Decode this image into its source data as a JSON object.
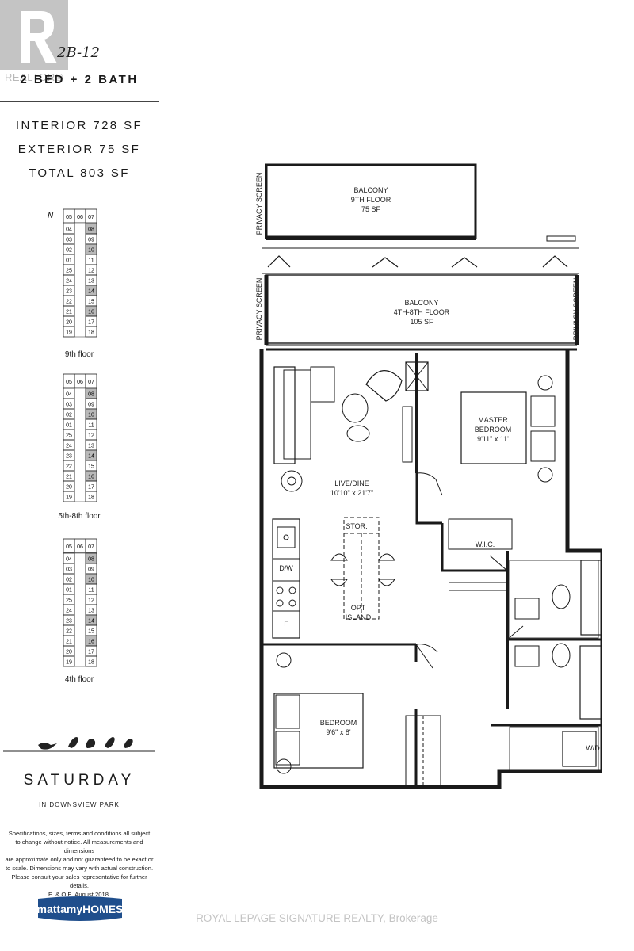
{
  "header": {
    "unit_code": "2B-12",
    "unit_type": "2 BED + 2 BATH",
    "realtor_text": "REALTOR®"
  },
  "areas": [
    "INTERIOR 728 SF",
    "EXTERIOR 75 SF",
    "TOTAL 803 SF"
  ],
  "key_plans": {
    "north_label": "N",
    "left_units": [
      "05",
      "04",
      "03",
      "02",
      "01",
      "25",
      "24",
      "23",
      "22",
      "21",
      "20",
      "19"
    ],
    "right_units": [
      "06",
      "07",
      "08",
      "09",
      "10",
      "11",
      "12",
      "13",
      "14",
      "15",
      "16",
      "17",
      "18"
    ],
    "captions": [
      "9th floor",
      "5th-8th floor",
      "4th floor"
    ]
  },
  "plan": {
    "balcony_9": [
      "BALCONY",
      "9TH FLOOR",
      "75 SF"
    ],
    "balcony_4_8": [
      "BALCONY",
      "4TH-8TH FLOOR",
      "105 SF"
    ],
    "privacy_screen": "PRIVACY SCREEN",
    "live_dine": [
      "LIVE/DINE",
      "10'10\" x 21'7\""
    ],
    "master_bedroom": [
      "MASTER",
      "BEDROOM",
      "9'11\" x 11'"
    ],
    "bedroom": [
      "BEDROOM",
      "9'6\" x 8'"
    ],
    "wic": "W.I.C.",
    "stor": "STOR.",
    "opt_island": [
      "OPT",
      "ISLAND"
    ],
    "dw": "D/W",
    "fridge": "F",
    "wd": "W/D"
  },
  "brand": {
    "name": "SATURDAY",
    "sub": "IN DOWNSVIEW PARK",
    "builder_logo": "mattamyHOMES"
  },
  "disclaimer": [
    "Specifications, sizes, terms and conditions all subject",
    "to change without notice. All measurements and dimensions",
    "are approximate only and not guaranteed to be exact or",
    "to scale. Dimensions may vary with actual construction.",
    "Please consult your sales representative for further details.",
    "E. & O.E. August 2018."
  ],
  "watermark": "ROYAL LEPAGE SIGNATURE REALTY, Brokerage",
  "colors": {
    "line": "#1a1a1a",
    "highlight": "#b9b9b9",
    "watermark": "#b9b9b9",
    "logo_blue": "#1f4e8c"
  }
}
